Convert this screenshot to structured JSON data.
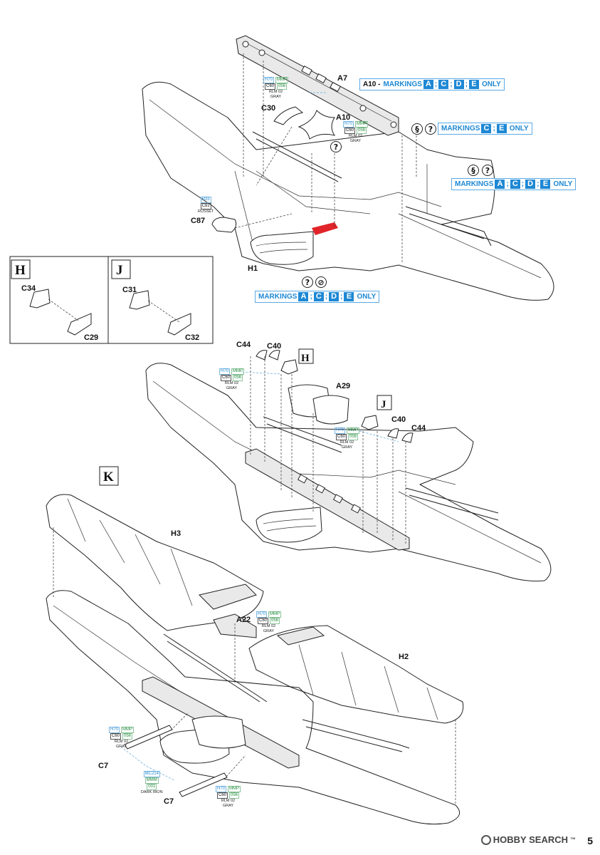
{
  "inset_boxes": [
    {
      "letter": "H",
      "parts": [
        "C34",
        "C29"
      ]
    },
    {
      "letter": "J",
      "parts": [
        "C31",
        "C32"
      ]
    }
  ],
  "section_k": {
    "letter": "K"
  },
  "callouts": {
    "A7": "A7",
    "A10": "A10",
    "C30": "C30",
    "C87": "C87",
    "H1": "H1",
    "C44a": "C44",
    "C40a": "C40",
    "A29": "A29",
    "C40b": "C40",
    "C44b": "C44",
    "H3": "H3",
    "A22": "A22",
    "H2": "H2",
    "C7a": "C7",
    "C7b": "C7"
  },
  "step_refs": {
    "H": "H",
    "J": "J"
  },
  "banners": {
    "a10": {
      "prefix": "A10 - ",
      "label": "MARKINGS",
      "letters": [
        "A",
        "C",
        "D",
        "E"
      ],
      "suffix": "ONLY"
    },
    "ce": {
      "label": "MARKINGS",
      "letters": [
        "C",
        "E"
      ],
      "suffix": "ONLY"
    },
    "acde_right": {
      "label": "MARKINGS",
      "letters": [
        "A",
        "C",
        "D",
        "E"
      ],
      "suffix": "ONLY"
    },
    "acde_bottom": {
      "label": "MARKINGS",
      "letters": [
        "A",
        "C",
        "D",
        "E"
      ],
      "suffix": "ONLY"
    }
  },
  "paints": {
    "rlm02": {
      "codes": [
        "H70",
        "MMP",
        "C60",
        "056"
      ],
      "name": "RLM 02",
      "name2": "GRAY"
    },
    "russet": {
      "codes": [
        "H33",
        "C81"
      ],
      "name": "RUSSET"
    },
    "darkiron": {
      "codes": [
        "MC214",
        "MMM",
        "001"
      ],
      "name": "DARK IRON"
    }
  },
  "icons": {
    "question": "?",
    "drill": "§",
    "slash": "⊘"
  },
  "watermark": {
    "brand": "HOBBY SEARCH",
    "tm": "™"
  },
  "page_number": "5",
  "colors": {
    "accent_blue": "#1e88d4",
    "highlight_red": "#e0242a"
  }
}
